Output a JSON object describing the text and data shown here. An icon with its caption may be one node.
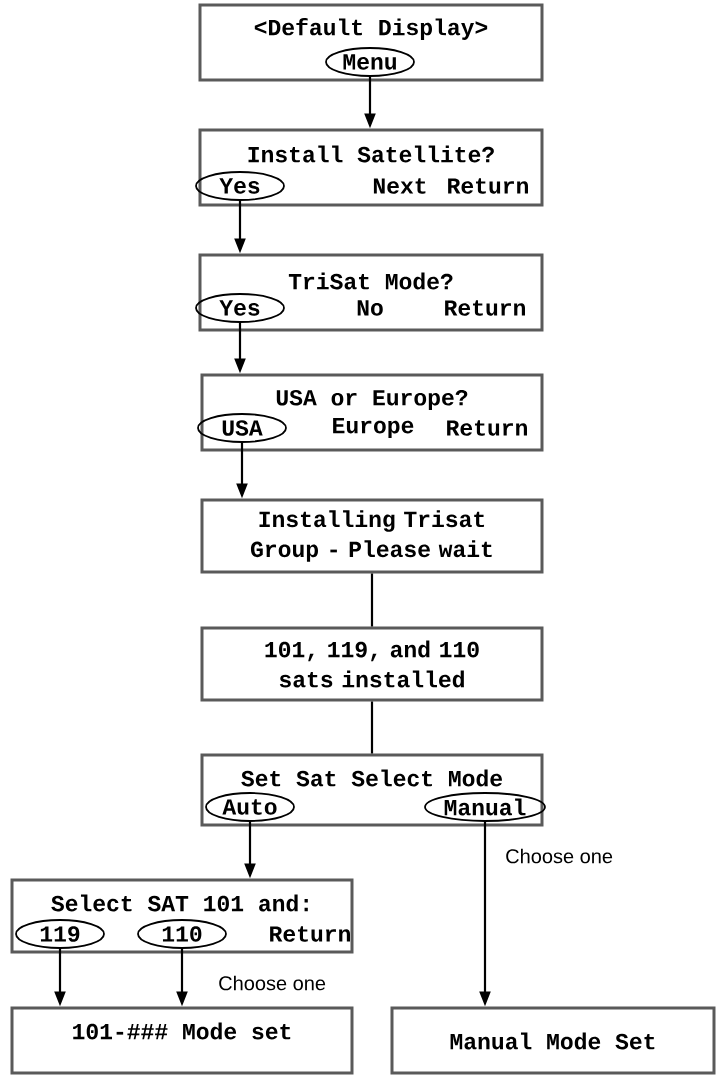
{
  "diagram": {
    "nodes": [
      {
        "text": [
          "<Default Display>"
        ]
      },
      {
        "text": [
          "Menu"
        ],
        "in": 0
      },
      {
        "text": [
          "Install Satellite?",
          "Next",
          "Return"
        ]
      },
      {
        "text": [
          "Yes"
        ],
        "in": 2
      },
      {
        "text": [
          "TriSat Mode?",
          "No",
          "Return"
        ]
      },
      {
        "text": [
          "Yes"
        ],
        "in": 4
      },
      {
        "text": [
          "USA or Europe?",
          "Europe",
          "Return"
        ]
      },
      {
        "text": [
          "USA"
        ],
        "in": 6
      },
      {
        "text": [
          "Installing Trisat Group - Please wait"
        ]
      },
      {
        "text": [
          "101, 119, and 110 sats installed"
        ]
      },
      {
        "text": [
          "Set Sat Select Mode"
        ]
      },
      {
        "text": [
          "Auto"
        ],
        "in": 10
      },
      {
        "text": [
          "Manual"
        ],
        "in": 10
      },
      {
        "text": [
          "Select SAT 101 and:",
          "Return"
        ]
      },
      {
        "text": [
          "119"
        ],
        "in": 13
      },
      {
        "text": [
          "110"
        ],
        "in": 13
      },
      {
        "text": [
          "101-### Mode set"
        ]
      },
      {
        "text": [
          "Manual Mode Set"
        ]
      }
    ],
    "edges": [
      {
        "from": 1,
        "to": 2,
        "arrow": "to"
      },
      {
        "from": 3,
        "to": 4,
        "arrow": "to"
      },
      {
        "from": 5,
        "to": 6,
        "arrow": "to"
      },
      {
        "from": 7,
        "to": 8,
        "arrow": "to"
      },
      {
        "from": 8,
        "to": 9,
        "arrow": "none"
      },
      {
        "from": 9,
        "to": 10,
        "arrow": "none"
      },
      {
        "from": 11,
        "to": 13,
        "arrow": "to"
      },
      {
        "from": 12,
        "to": 17,
        "arrow": "to"
      },
      {
        "from": 14,
        "to": 16,
        "arrow": "to"
      },
      {
        "from": 15,
        "to": 16,
        "arrow": "to"
      }
    ],
    "labels": [
      "Choose one",
      "Choose one"
    ]
  }
}
